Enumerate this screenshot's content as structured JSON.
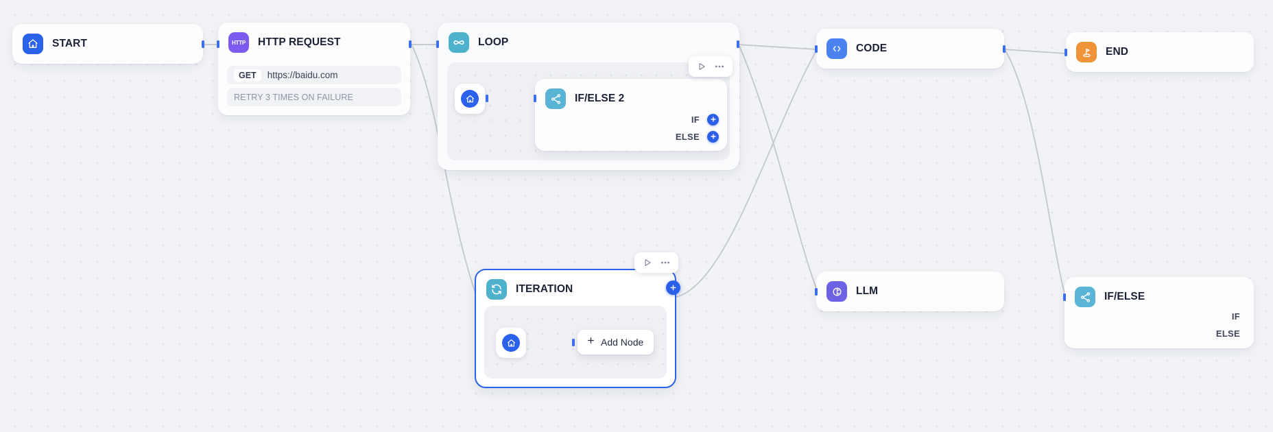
{
  "canvas": {
    "background_color": "#f1f3f7",
    "dot_color": "#e0e2e9",
    "accent_color": "#2b5fe8",
    "edge_color": "#c4c7d0"
  },
  "nodes": {
    "start": {
      "title": "START",
      "icon": "home-icon",
      "icon_color": "#2b62eb"
    },
    "http_request": {
      "title": "HTTP REQUEST",
      "icon": "http-icon",
      "icon_label": "HTTP",
      "icon_color": "#7c5cf0",
      "method": "GET",
      "url": "https://baidu.com",
      "retry": "RETRY 3 TIMES ON FAILURE"
    },
    "loop": {
      "title": "LOOP",
      "icon": "infinity-icon",
      "icon_color": "#4eb2cd",
      "start_icon": "home-icon",
      "toolbar": {
        "run": "run-icon",
        "more": "more-icon"
      },
      "child": {
        "title": "IF/ELSE 2",
        "icon": "branch-icon",
        "icon_color": "#59b4d6",
        "branches": [
          {
            "label": "IF",
            "add": "+"
          },
          {
            "label": "ELSE",
            "add": "+"
          }
        ]
      }
    },
    "iteration": {
      "title": "ITERATION",
      "icon": "refresh-cycle-icon",
      "icon_color": "#4eb2cd",
      "selected": true,
      "start_icon": "home-icon",
      "add_node_label": "Add Node",
      "add_badge": "+",
      "toolbar": {
        "run": "run-icon",
        "more": "more-icon"
      }
    },
    "code": {
      "title": "CODE",
      "icon": "code-brackets-icon",
      "icon_color": "#4a82f0"
    },
    "end": {
      "title": "END",
      "icon": "flag-goal-icon",
      "icon_color": "#ef9438"
    },
    "llm": {
      "title": "LLM",
      "icon": "llm-circle-icon",
      "icon_color": "#6d61e4"
    },
    "ifelse": {
      "title": "IF/ELSE",
      "icon": "branch-icon",
      "icon_color": "#59b4d6",
      "branches": [
        {
          "label": "IF"
        },
        {
          "label": "ELSE"
        }
      ]
    }
  }
}
